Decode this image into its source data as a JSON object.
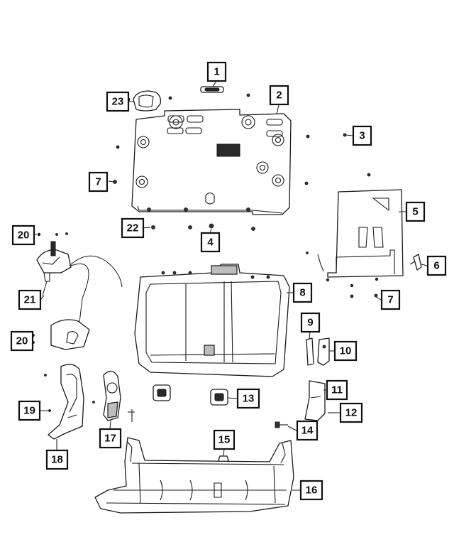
{
  "callouts": [
    {
      "id": "c1",
      "label": "1"
    },
    {
      "id": "c2",
      "label": "2"
    },
    {
      "id": "c3",
      "label": "3"
    },
    {
      "id": "c4",
      "label": "4"
    },
    {
      "id": "c5",
      "label": "5"
    },
    {
      "id": "c6",
      "label": "6"
    },
    {
      "id": "c7a",
      "label": "7"
    },
    {
      "id": "c7b",
      "label": "7"
    },
    {
      "id": "c8",
      "label": "8"
    },
    {
      "id": "c9",
      "label": "9"
    },
    {
      "id": "c10",
      "label": "10"
    },
    {
      "id": "c11",
      "label": "11"
    },
    {
      "id": "c12",
      "label": "12"
    },
    {
      "id": "c13",
      "label": "13"
    },
    {
      "id": "c14",
      "label": "14"
    },
    {
      "id": "c15",
      "label": "15"
    },
    {
      "id": "c16",
      "label": "16"
    },
    {
      "id": "c17",
      "label": "17"
    },
    {
      "id": "c18",
      "label": "18"
    },
    {
      "id": "c19",
      "label": "19"
    },
    {
      "id": "c20a",
      "label": "20"
    },
    {
      "id": "c20b",
      "label": "20"
    },
    {
      "id": "c21",
      "label": "21"
    },
    {
      "id": "c22",
      "label": "22"
    },
    {
      "id": "c23",
      "label": "23"
    }
  ]
}
